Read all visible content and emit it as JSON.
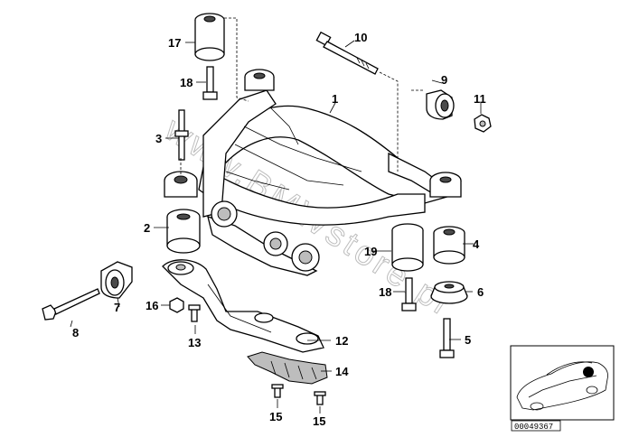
{
  "watermark": "www.BMWstore.pl",
  "callouts": [
    {
      "id": "17",
      "label": "17"
    },
    {
      "id": "18a",
      "label": "18"
    },
    {
      "id": "3",
      "label": "3"
    },
    {
      "id": "2",
      "label": "2"
    },
    {
      "id": "10",
      "label": "10"
    },
    {
      "id": "1",
      "label": "1"
    },
    {
      "id": "9",
      "label": "9"
    },
    {
      "id": "11",
      "label": "11"
    },
    {
      "id": "19",
      "label": "19"
    },
    {
      "id": "4",
      "label": "4"
    },
    {
      "id": "18b",
      "label": "18"
    },
    {
      "id": "6",
      "label": "6"
    },
    {
      "id": "5",
      "label": "5"
    },
    {
      "id": "7",
      "label": "7"
    },
    {
      "id": "8",
      "label": "8"
    },
    {
      "id": "16",
      "label": "16"
    },
    {
      "id": "13",
      "label": "13"
    },
    {
      "id": "12",
      "label": "12"
    },
    {
      "id": "14",
      "label": "14"
    },
    {
      "id": "15a",
      "label": "15"
    },
    {
      "id": "15b",
      "label": "15"
    }
  ],
  "inset": {
    "reference_number": "00049367"
  }
}
